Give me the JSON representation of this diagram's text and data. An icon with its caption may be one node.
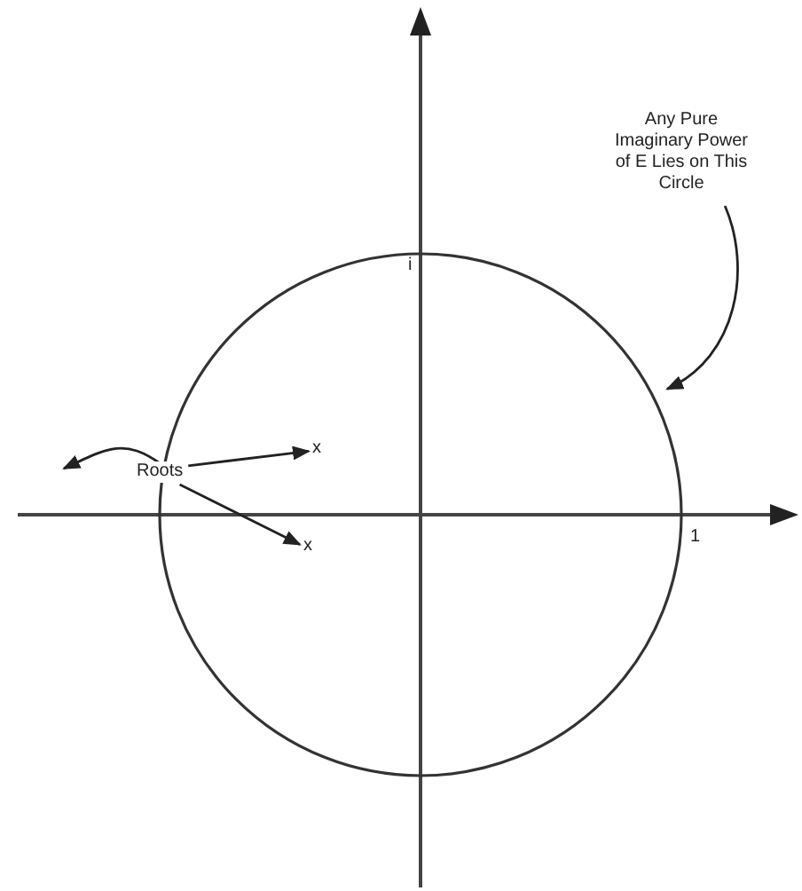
{
  "diagram": {
    "nodes": [
      {
        "text": [
          "Any Pure Imaginary Power of E Lies on This Circle"
        ]
      },
      {
        "text": [],
        "shape": "circle"
      },
      {
        "text": [
          "Roots"
        ]
      },
      {
        "text": [
          "x"
        ],
        "in": 1
      },
      {
        "text": [
          "x"
        ],
        "in": 1
      }
    ],
    "edges": [
      {
        "from": 0,
        "to": 1,
        "arrow": "to"
      },
      {
        "from": 2,
        "to": 3,
        "arrow": "to"
      },
      {
        "from": 2,
        "to": 4,
        "arrow": "to"
      },
      {
        "from": 2,
        "to": null,
        "arrow": "to"
      }
    ],
    "labels": [
      "i",
      "1"
    ]
  }
}
